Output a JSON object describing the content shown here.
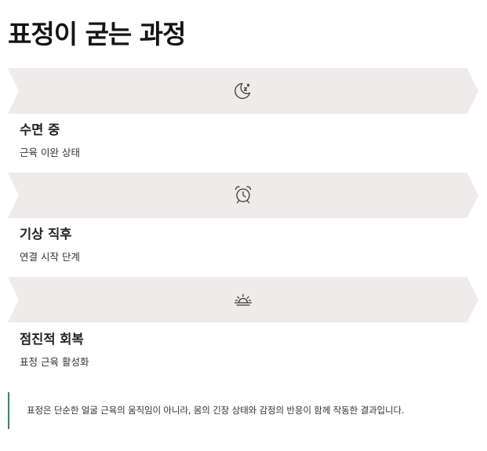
{
  "title": "표정이 굳는 과정",
  "steps": [
    {
      "icon": "moon-sleep-icon",
      "label": "수면 중",
      "description": "근육 이완 상태"
    },
    {
      "icon": "alarm-clock-icon",
      "label": "기상 직후",
      "description": "연결 시작 단계"
    },
    {
      "icon": "sunrise-icon",
      "label": "점진적 회복",
      "description": "표정 근육 활성화"
    }
  ],
  "note": "표정은 단순한 얼굴 근육의 움직임이 아니라, 몸의 긴장 상태와 감정의 반응이 함께 작동한 결과입니다.",
  "colors": {
    "chevron_fill": "#eeebea",
    "accent_line": "#2e8b62",
    "icon_stroke": "#3a3a3a"
  }
}
